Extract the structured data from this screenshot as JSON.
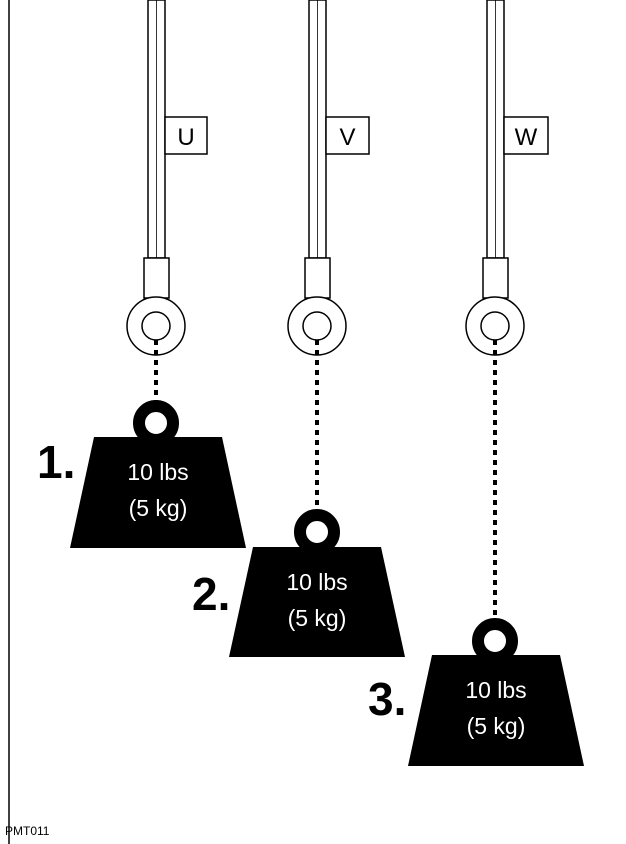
{
  "figure": {
    "code": "PMT011",
    "colors": {
      "ink": "#000000",
      "paper": "#ffffff"
    }
  },
  "cables": [
    {
      "phase_label": "U",
      "icon": "ring-terminal-icon"
    },
    {
      "phase_label": "V",
      "icon": "ring-terminal-icon"
    },
    {
      "phase_label": "W",
      "icon": "ring-terminal-icon"
    }
  ],
  "weights": [
    {
      "step": "1.",
      "line1": "10 lbs",
      "line2": "(5 kg)",
      "icon": "weight-icon"
    },
    {
      "step": "2.",
      "line1": "10 lbs",
      "line2": "(5 kg)",
      "icon": "weight-icon"
    },
    {
      "step": "3.",
      "line1": "10 lbs",
      "line2": "(5 kg)",
      "icon": "weight-icon"
    }
  ]
}
